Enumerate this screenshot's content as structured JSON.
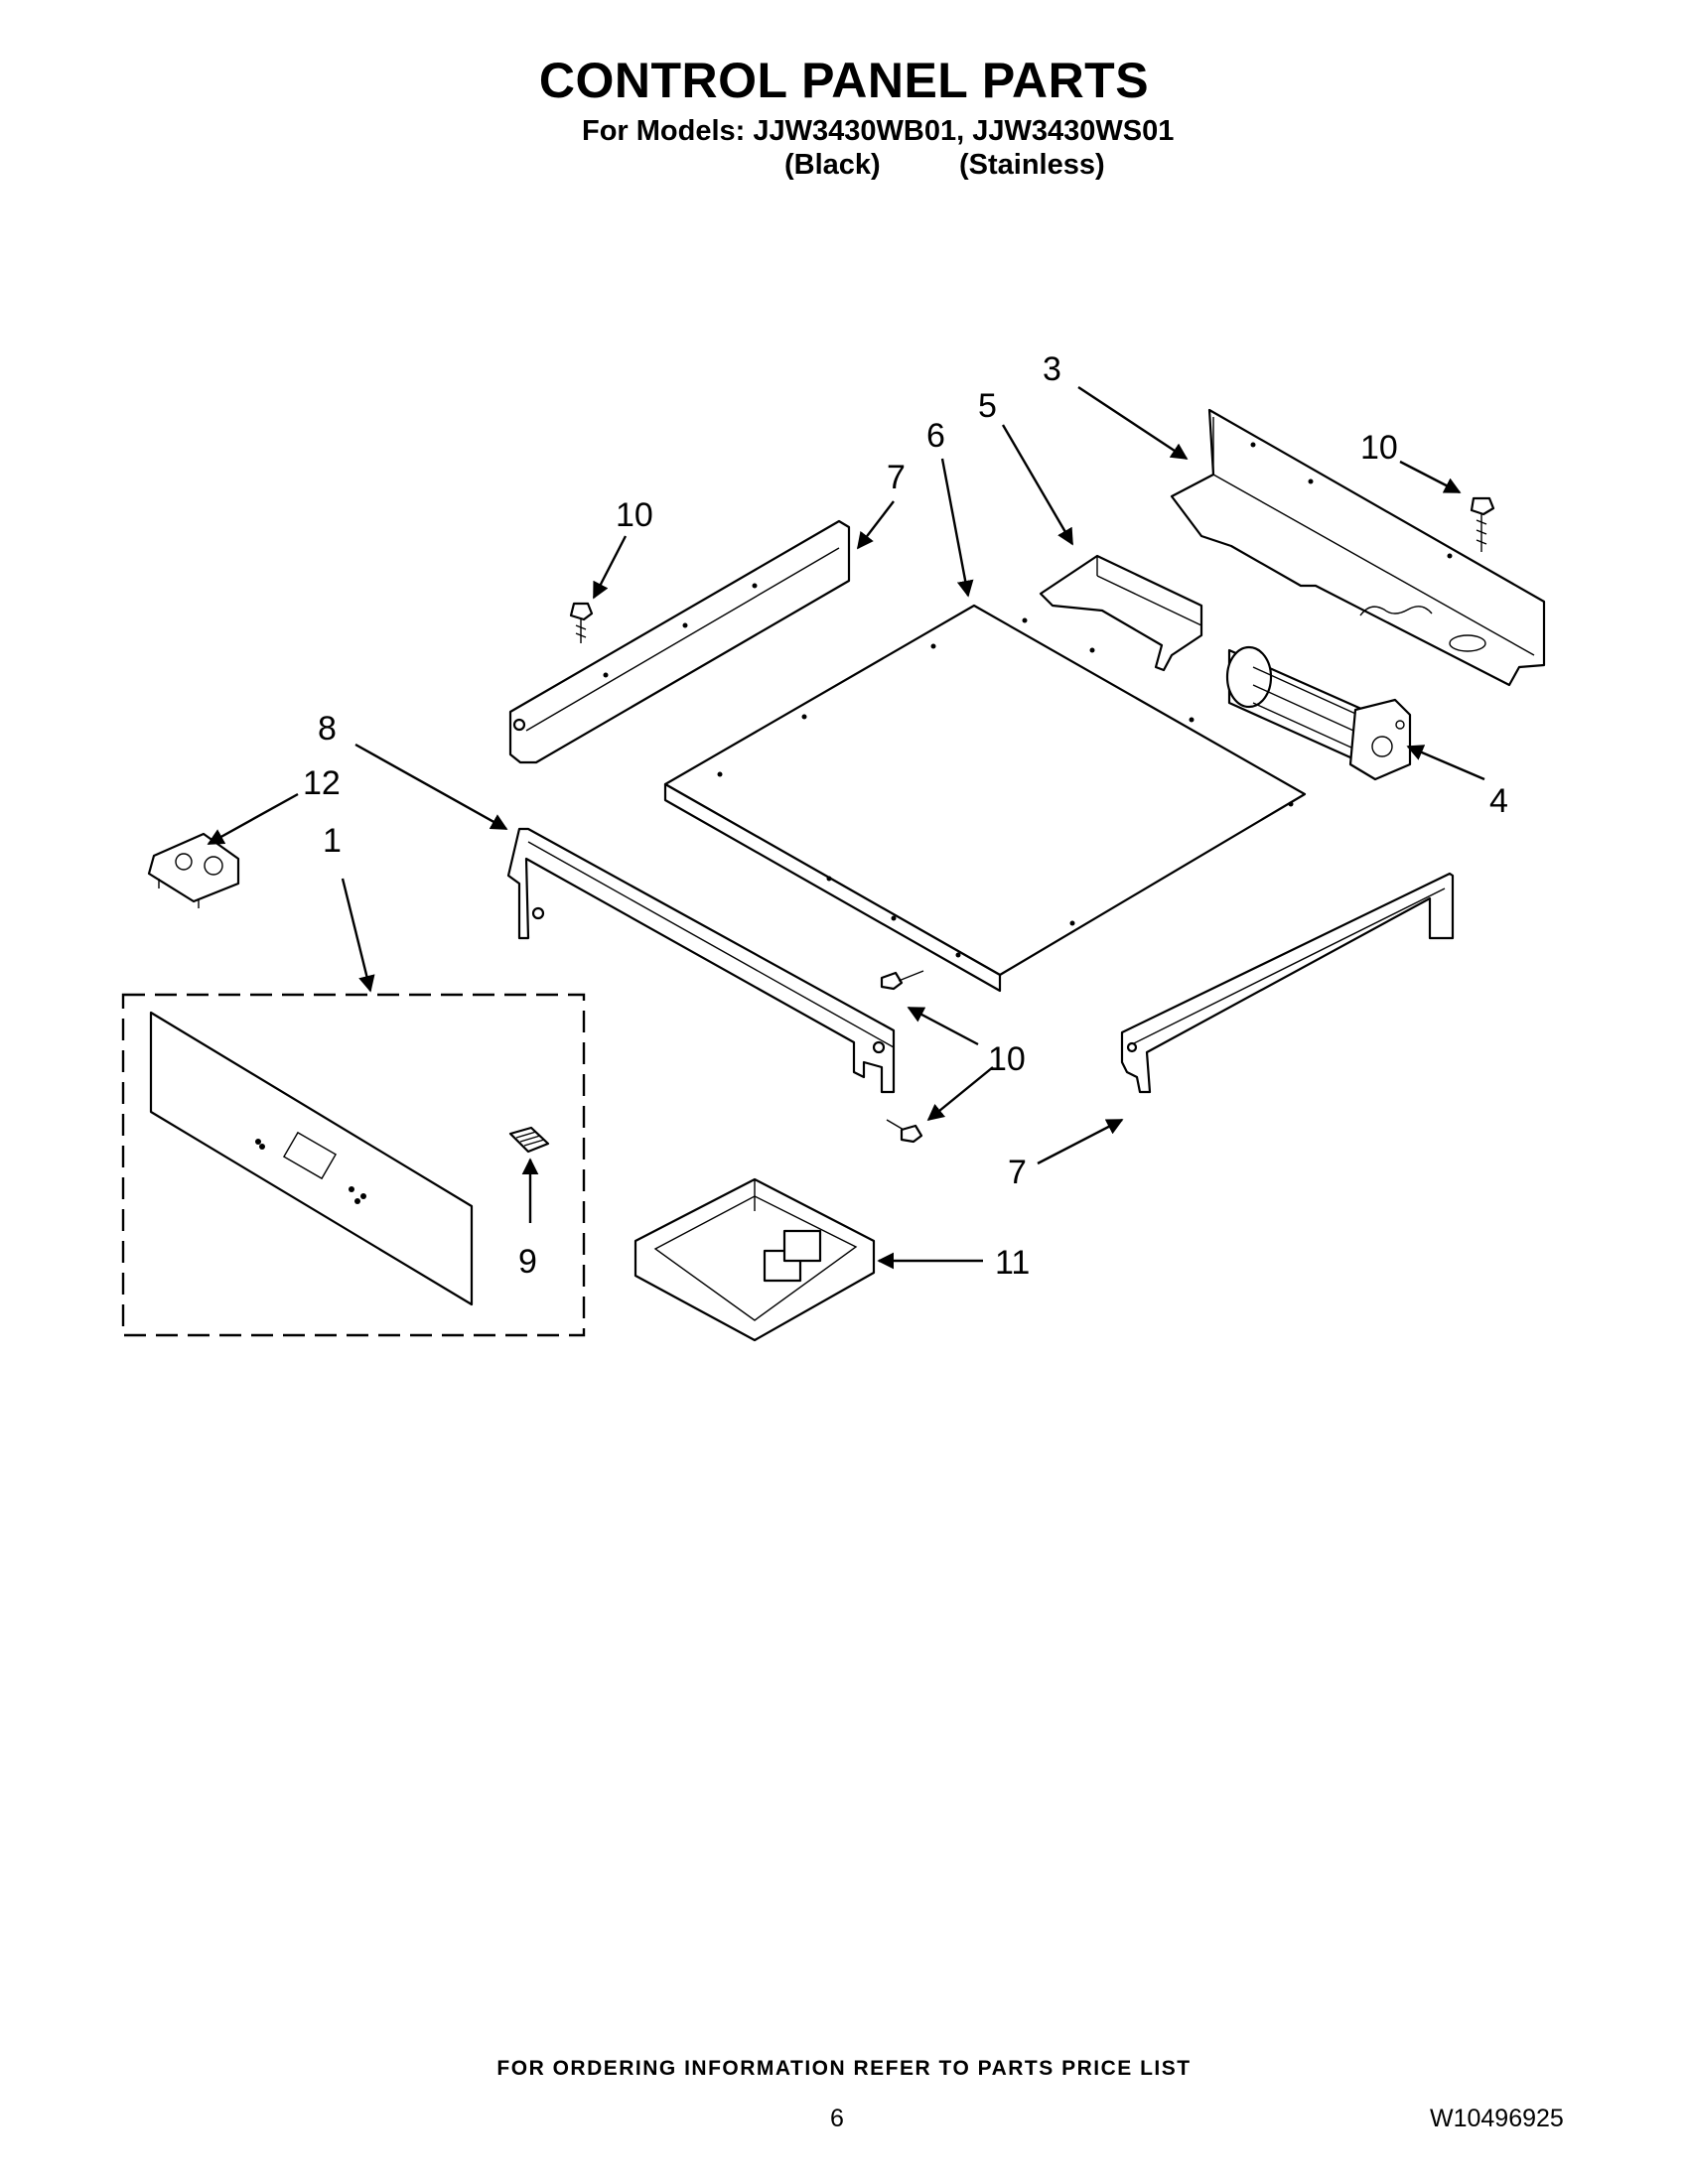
{
  "header": {
    "title": "CONTROL PANEL PARTS",
    "models_line": "For Models: JJW3430WB01, JJW3430WS01",
    "variant_black": "(Black)",
    "variant_stainless": "(Stainless)"
  },
  "callouts": {
    "c3": "3",
    "c5": "5",
    "c6": "6",
    "c7_top": "7",
    "c10_top_left": "10",
    "c10_top_right": "10",
    "c8": "8",
    "c12": "12",
    "c1": "1",
    "c4": "4",
    "c10_bottom": "10",
    "c7_bottom": "7",
    "c9": "9",
    "c11": "11"
  },
  "footer": {
    "ordering_note": "FOR ORDERING INFORMATION REFER TO PARTS PRICE LIST",
    "page_number": "6",
    "document_number": "W10496925"
  }
}
